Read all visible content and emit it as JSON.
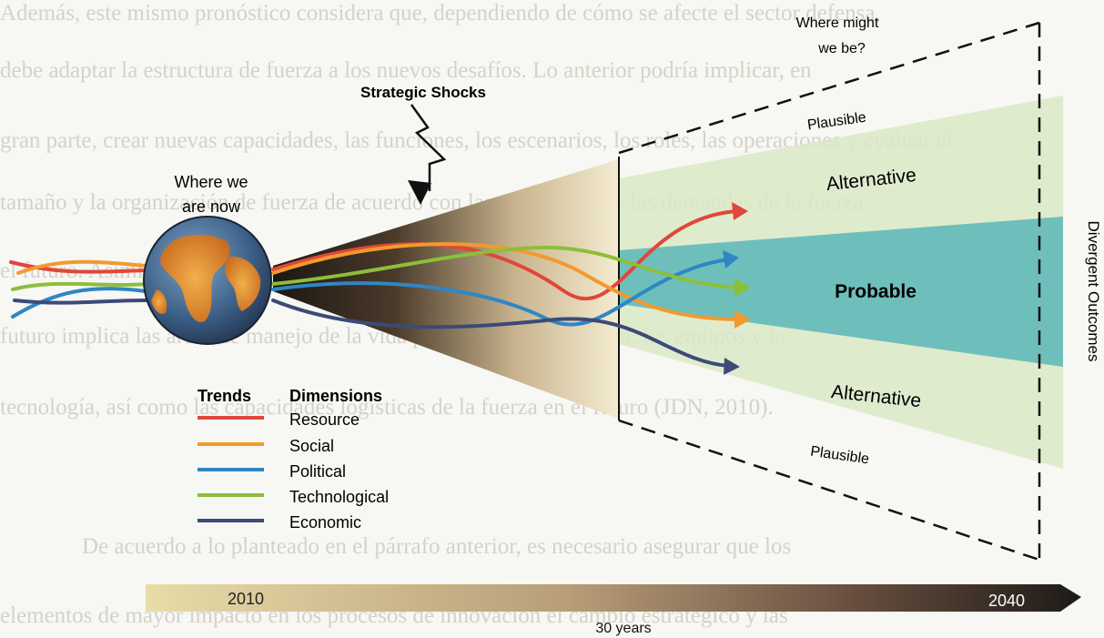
{
  "labels": {
    "where_might": "Where might",
    "we_be": "we be?",
    "strategic_shocks": "Strategic Shocks",
    "where_we": "Where we",
    "are_now": "are now",
    "plausible_top": "Plausible",
    "alternative_top": "Alternative",
    "probable": "Probable",
    "alternative_bottom": "Alternative",
    "plausible_bottom": "Plausible",
    "divergent_outcomes": "Divergent Outcomes"
  },
  "legend": {
    "trends_header": "Trends",
    "dimensions_header": "Dimensions",
    "items": [
      {
        "label": "Resource",
        "color": "#e0473a"
      },
      {
        "label": "Social",
        "color": "#f39a2e"
      },
      {
        "label": "Political",
        "color": "#2f86c4"
      },
      {
        "label": "Technological",
        "color": "#8cbf3a"
      },
      {
        "label": "Economic",
        "color": "#3b4a78"
      }
    ]
  },
  "timeline": {
    "start": "2010",
    "end": "2040",
    "span": "30 years"
  },
  "background_text": [
    "Además, este mismo pronóstico considera que, dependiendo de cómo se afecte el sector defensa,",
    "debe adaptar la estructura de fuerza a los nuevos desafíos. Lo anterior podría implicar, en",
    "gran parte, crear nuevas capacidades, las funciones, los escenarios, los roles, las operaciones y evaluar el",
    "tamaño y la organización de fuerza de acuerdo con las necesidades y las demandas de la fuerza",
    "el futuro. Asimismo, los recursos en términos de los requerimientos de la fuerza el",
    "futuro implica las áreas de manejo de la vida profesional del personal, los equipos y la",
    "tecnología, así como las capacidades logísticas de la fuerza en el futuro (JDN, 2010).",
    "De acuerdo a lo planteado en el párrafo anterior, es necesario asegurar que los",
    "elementos de mayor impacto en los procesos de innovación el cambio estratégico y las"
  ],
  "colors": {
    "plausible_band": "#dbe9c6",
    "probable_band": "#5bb7b7",
    "dashed": "#111111"
  }
}
